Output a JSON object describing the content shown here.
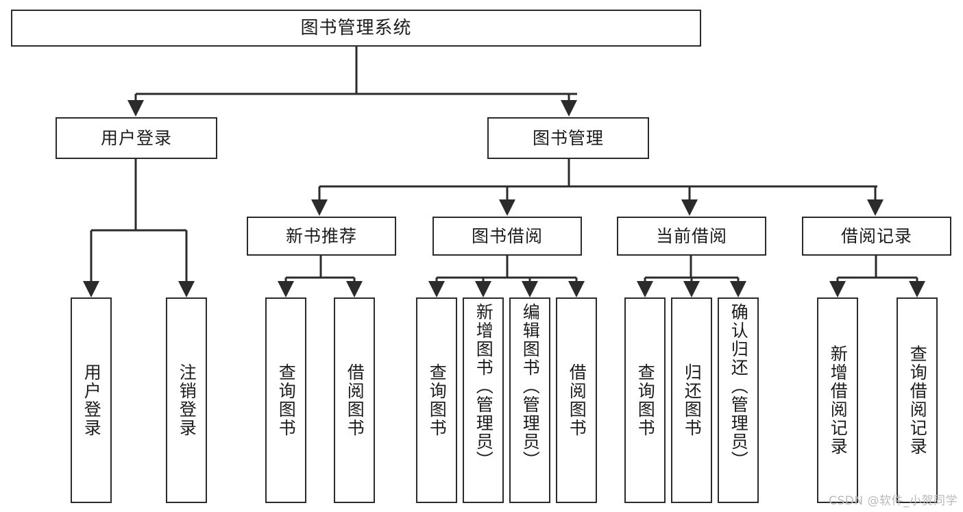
{
  "diagram": {
    "title": "图书管理系统",
    "type": "hierarchy-tree",
    "root": {
      "id": "root",
      "label": "图书管理系统",
      "orientation": "horizontal"
    },
    "level2": [
      {
        "id": "user-login",
        "label": "用户登录",
        "orientation": "horizontal"
      },
      {
        "id": "book-manage",
        "label": "图书管理",
        "orientation": "horizontal"
      }
    ],
    "level3": [
      {
        "id": "new-book-recommend",
        "label": "新书推荐",
        "orientation": "horizontal"
      },
      {
        "id": "book-borrow",
        "label": "图书借阅",
        "orientation": "horizontal"
      },
      {
        "id": "current-borrow",
        "label": "当前借阅",
        "orientation": "horizontal"
      },
      {
        "id": "borrow-record",
        "label": "借阅记录",
        "orientation": "horizontal"
      }
    ],
    "leaves": [
      {
        "id": "leaf-user-login",
        "label": "用户登录",
        "parent": "user-login",
        "orientation": "vertical"
      },
      {
        "id": "leaf-user-logout",
        "label": "注销登录",
        "parent": "user-login",
        "orientation": "vertical"
      },
      {
        "id": "leaf-query-book-1",
        "label": "查询图书",
        "parent": "new-book-recommend",
        "orientation": "vertical"
      },
      {
        "id": "leaf-borrow-book-1",
        "label": "借阅图书",
        "parent": "new-book-recommend",
        "orientation": "vertical"
      },
      {
        "id": "leaf-query-book-2",
        "label": "查询图书",
        "parent": "book-borrow",
        "orientation": "vertical"
      },
      {
        "id": "leaf-add-book",
        "label": "新增图书（管理员）",
        "parent": "book-borrow",
        "orientation": "vertical"
      },
      {
        "id": "leaf-edit-book",
        "label": "编辑图书（管理员）",
        "parent": "book-borrow",
        "orientation": "vertical"
      },
      {
        "id": "leaf-borrow-book-2",
        "label": "借阅图书",
        "parent": "book-borrow",
        "orientation": "vertical"
      },
      {
        "id": "leaf-query-book-3",
        "label": "查询图书",
        "parent": "current-borrow",
        "orientation": "vertical"
      },
      {
        "id": "leaf-return-book",
        "label": "归还图书",
        "parent": "current-borrow",
        "orientation": "vertical"
      },
      {
        "id": "leaf-confirm-return",
        "label": "确认归还（管理员）",
        "parent": "current-borrow",
        "orientation": "vertical"
      },
      {
        "id": "leaf-add-record",
        "label": "新增借阅记录",
        "parent": "borrow-record",
        "orientation": "vertical"
      },
      {
        "id": "leaf-query-record",
        "label": "查询借阅记录",
        "parent": "borrow-record",
        "orientation": "vertical"
      }
    ],
    "colors": {
      "stroke": "#2b2b2b",
      "fill": "#ffffff",
      "text": "#1c1c1c",
      "watermark": "#b9b9b9"
    }
  },
  "watermark": {
    "text": "CSDN @软件_小贺同学"
  }
}
